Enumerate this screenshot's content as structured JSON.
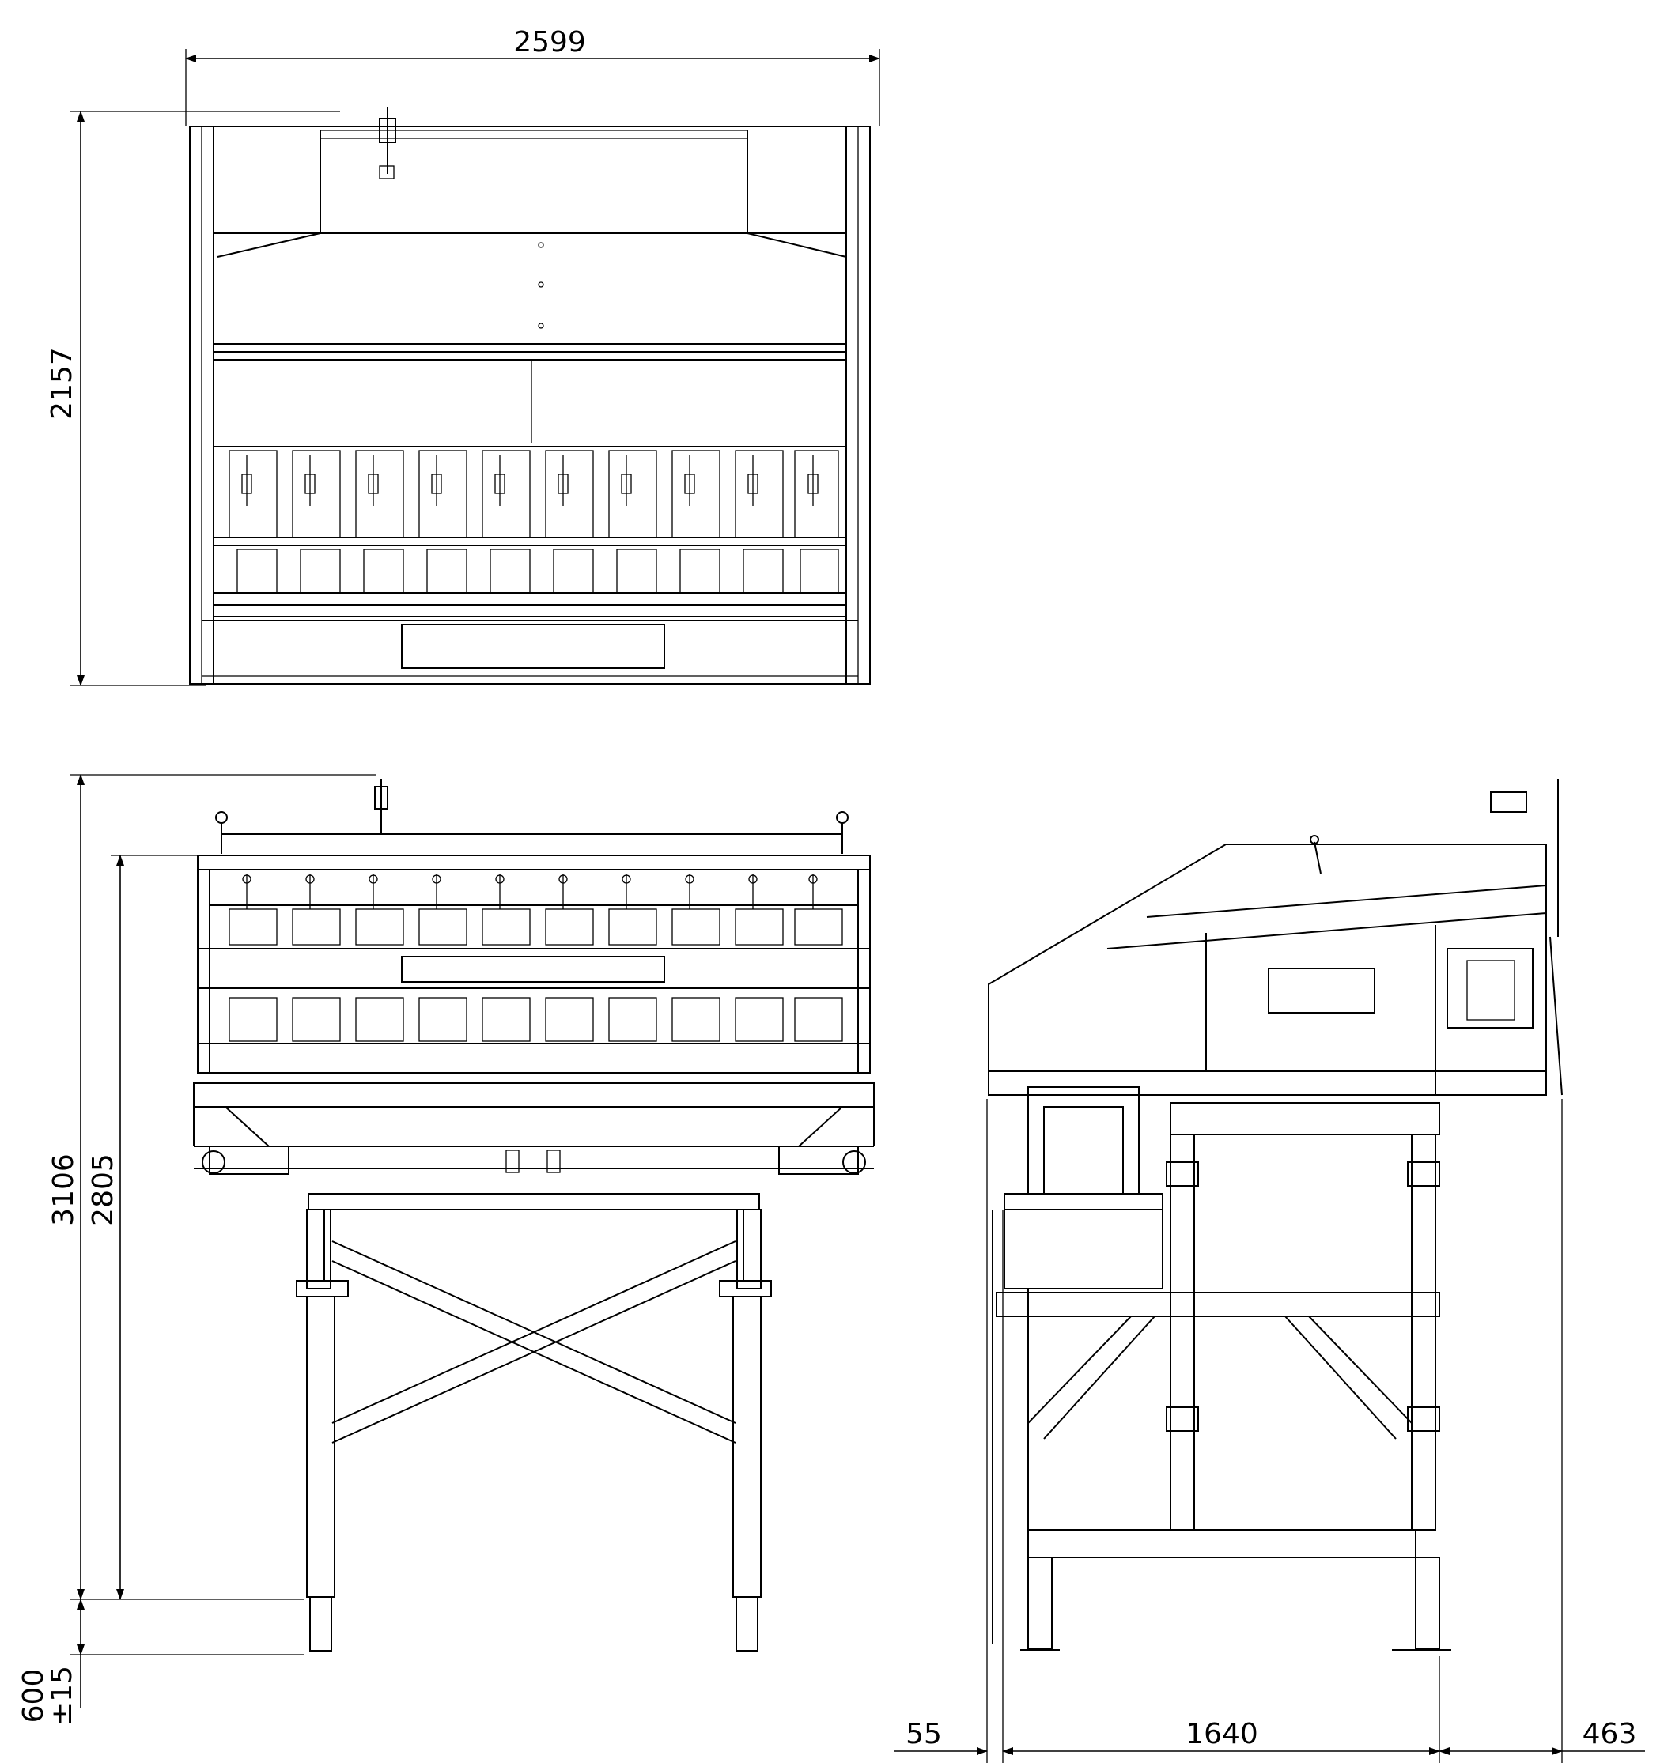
{
  "drawing": {
    "top_view": {
      "width_dim": "2599",
      "height_dim": "2157",
      "heads": 10
    },
    "front_view": {
      "height_total_dim": "3106",
      "height_discharge_dim": "2805",
      "leg_adjust_dim": "600",
      "leg_adjust_tol": "±15",
      "heads": 10
    },
    "side_view": {
      "left_offset_dim": "55",
      "width_dim": "1640",
      "right_offset_dim": "463"
    }
  }
}
